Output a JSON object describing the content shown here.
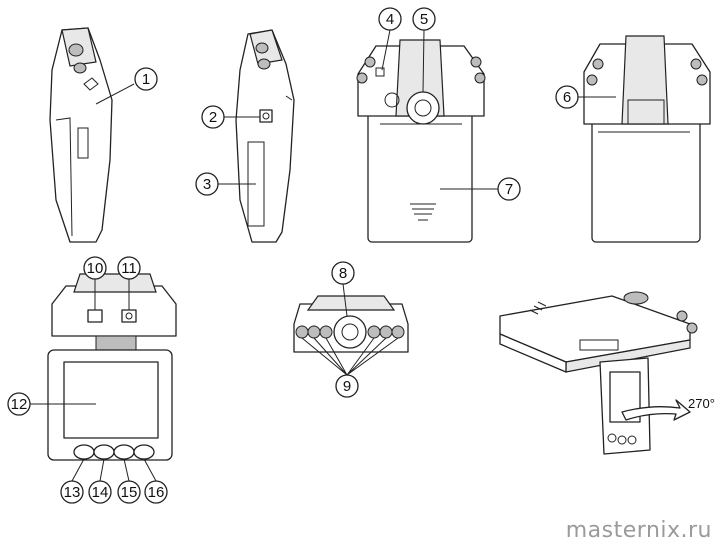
{
  "callouts": {
    "c1": "1",
    "c2": "2",
    "c3": "3",
    "c4": "4",
    "c5": "5",
    "c6": "6",
    "c7": "7",
    "c8": "8",
    "c9": "9",
    "c10": "10",
    "c11": "11",
    "c12": "12",
    "c13": "13",
    "c14": "14",
    "c15": "15",
    "c16": "16"
  },
  "rotation_label": "270°",
  "watermark": "masternix.ru",
  "colors": {
    "line": "#222222",
    "shade": "#e8e8e8",
    "watermark": "#9a9a9a"
  }
}
